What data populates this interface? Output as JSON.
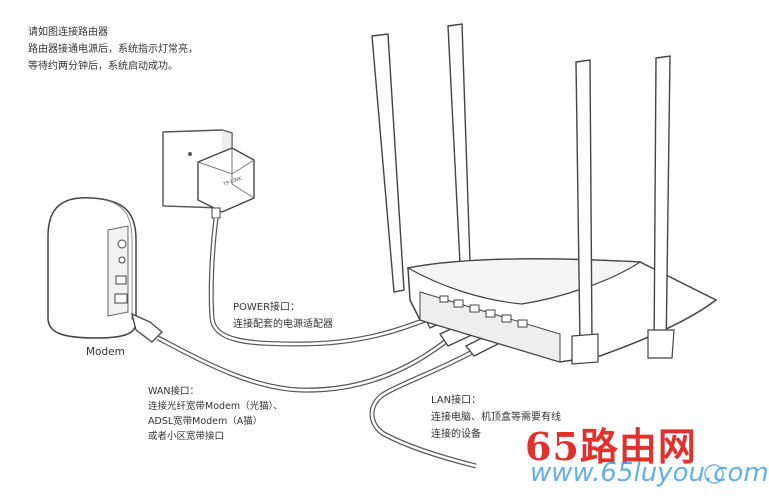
{
  "intro": {
    "line1": "请如图连接路由器",
    "line2": "路由器接通电源后，系统指示灯常亮，",
    "line3": "等待约两分钟后，系统启动成功。"
  },
  "labels": {
    "power_title": "POWER接口：",
    "power_desc": "连接配套的电源适配器",
    "wan_title": "WAN接口：",
    "wan_desc1": "连接光纤宽带Modem（光猫）、",
    "wan_desc2": "ADSL宽带Modem（A猫）",
    "wan_desc3": "或者小区宽带接口",
    "lan_title": "LAN接口：",
    "lan_desc1": "连接电脑、机顶盒等需要有线",
    "lan_desc2": "连接的设备",
    "modem": "Modem",
    "adapter_brand": "TP-LINK"
  },
  "watermark": {
    "main": "65路由网",
    "url": "www.65luyou.com"
  }
}
